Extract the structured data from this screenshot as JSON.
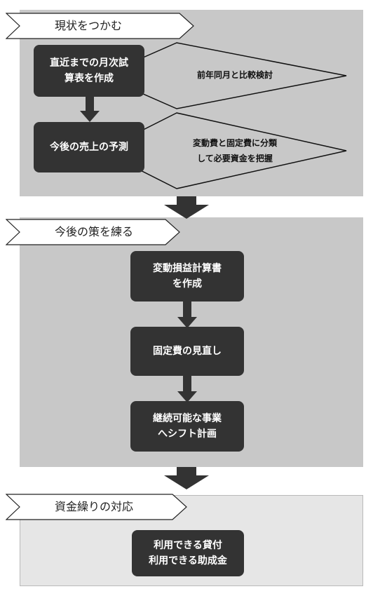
{
  "sections": {
    "s1": {
      "title": "現状をつかむ"
    },
    "s2": {
      "title": "今後の策を練る"
    },
    "s3": {
      "title": "資金繰りの対応"
    }
  },
  "nodes": {
    "trial_balance": {
      "line1": "直近までの月次試",
      "line2": "算表を作成"
    },
    "sales_forecast": {
      "line1": "今後の売上の予測"
    },
    "variable_pl": {
      "line1": "変動損益計算書",
      "line2": "を作成"
    },
    "fixed_cost_review": {
      "line1": "固定費の見直し"
    },
    "sustainable_shift": {
      "line1": "継続可能な事業",
      "line2": "へシフト計画"
    },
    "funding": {
      "line1": "利用できる貸付",
      "line2": "利用できる助成金"
    }
  },
  "decisions": {
    "yoy_compare": {
      "line1": "前年同月と比較検討"
    },
    "cost_classify": {
      "line1": "変動費と固定費に分類",
      "line2": "して必要資金を把握"
    }
  },
  "colors": {
    "box_fill": "#333333",
    "section_fill": "#c8c8c8",
    "section_fill_light": "#e6e6e6",
    "arrow": "#333333"
  }
}
